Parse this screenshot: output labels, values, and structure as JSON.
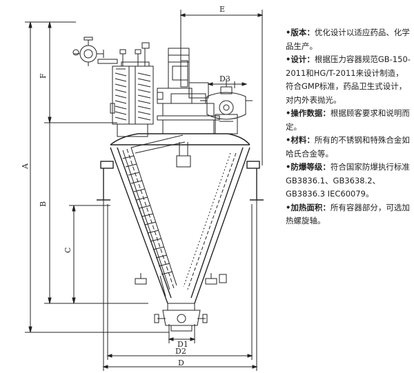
{
  "drawing": {
    "dimension_labels": {
      "E": "E",
      "F": "F",
      "A": "A",
      "B": "B",
      "C": "C",
      "D": "D",
      "D1": "D1",
      "D2": "D2",
      "D3": "D3"
    }
  },
  "specs": [
    {
      "title": "版本：",
      "text": "优化设计以适应药品、化学品生产。"
    },
    {
      "title": "设计：",
      "text": "根据压力容器规范GB-150-2011和HG/T-2011来设计制造，符合GMP标准，药品卫生式设计，对内外表抛光。"
    },
    {
      "title": "操作数据：",
      "text": "根据顾客要求和说明而定。"
    },
    {
      "title": "材料：",
      "text": "所有的不锈钢和特殊合金如哈氏合金等。"
    },
    {
      "title": "防爆等级：",
      "text": "符合国家防爆执行标准GB3836.1、GB3638.2、GB3836.3 IEC60079。"
    },
    {
      "title": "加热面积：",
      "text": "所有容器部分，可选加热螺旋轴。"
    }
  ],
  "bullet_symbol": "•"
}
